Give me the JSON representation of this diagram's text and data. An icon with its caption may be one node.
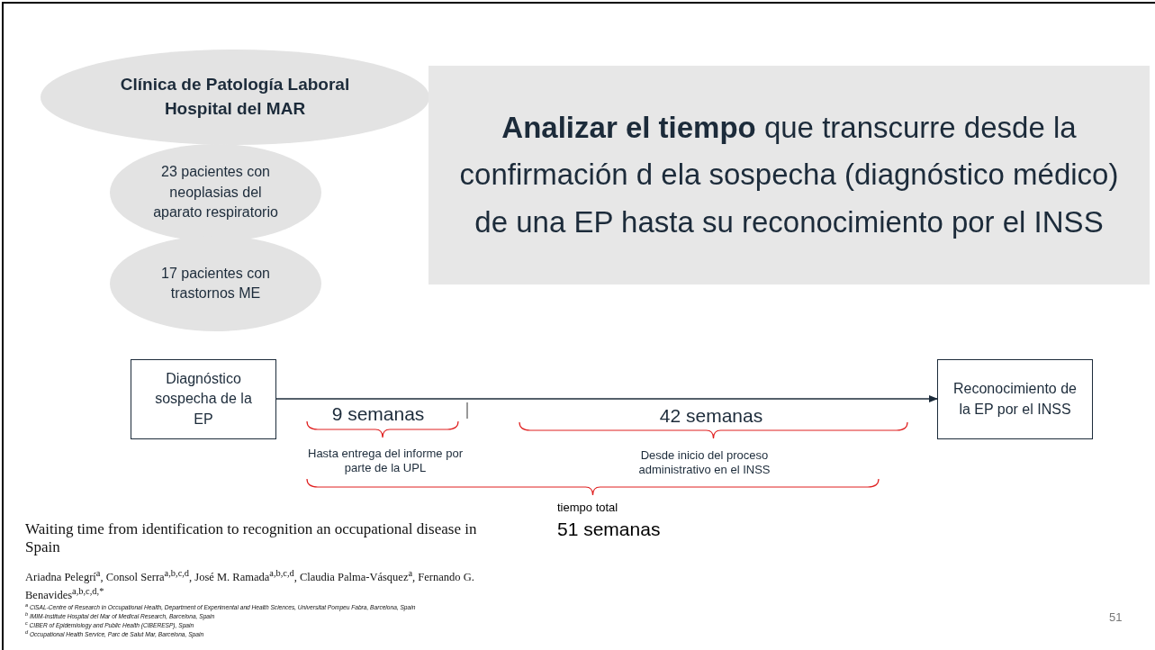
{
  "diagram": {
    "nodes": [
      {
        "text": [
          "Clínica de Patología Laboral Hospital del MAR"
        ]
      },
      {
        "text": [
          "23 pacientes con neoplasias del aparato respiratorio"
        ]
      },
      {
        "text": [
          "17 pacientes con trastornos ME"
        ]
      },
      {
        "text": [
          "**Analizar el tiempo** que transcurre desde la confirmación d ela sospecha (diagnóstico médico) de una EP hasta su reconocimiento por el INSS"
        ]
      },
      {
        "text": [
          "Diagnóstico sospecha de la EP"
        ]
      },
      {
        "text": [
          "Reconocimiento de la EP por el INSS"
        ]
      }
    ],
    "edges": [
      {
        "from": 4,
        "to": 5,
        "arrow": "to"
      }
    ],
    "labels": [
      "9 semanas",
      "42 semanas",
      "Hasta entrega del informe por parte de la UPL",
      "Desde inicio del proceso administrativo en el INSS",
      "tiempo total",
      "51 semanas",
      "Waiting time from identification to recognition an occupational disease in Spain",
      "Ariadna Pelegrí$^{a}$, Consol Serra$^{a,b,c,d}$, José M. Ramada$^{a,b,c,d}$, Claudia Palma-Vásquez$^{a}$, Fernando G. Benavides$^{a,b,c,d,*}$",
      "$^{a}$ CiSAL-Centre of Research in Occupational Health, Department of Experimental and Health Sciences, Universitat Pompeu Fabra, Barcelona, Spain",
      "$^{b}$ IMIM-Institute Hospital del Mar of Medical Research, Barcelona, Spain",
      "$^{c}$ CIBER of Epidemiology and Public Health (CIBERESP), Spain",
      "$^{d}$ Occupational Health Service, Parc de Salut Mar, Barcelona, Spain",
      "51"
    ]
  }
}
